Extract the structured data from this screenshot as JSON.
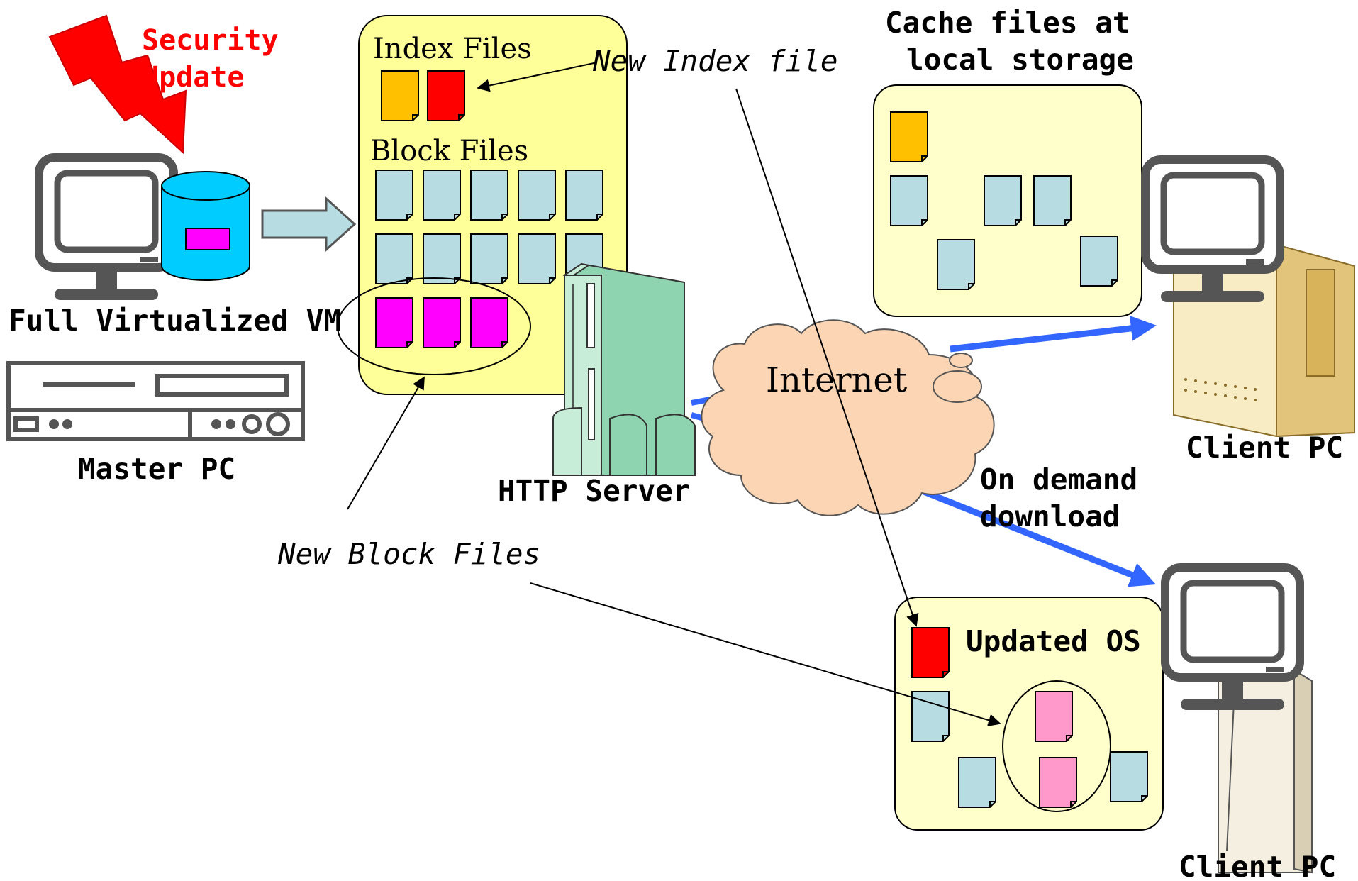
{
  "labels": {
    "security_line1": "Security",
    "security_line2": "Update",
    "full_vm": "Full Virtualized VM",
    "master_pc": "Master PC",
    "index_files": "Index Files",
    "block_files": "Block Files",
    "new_index_file": "New Index file",
    "new_block_files": "New Block Files",
    "http_server": "HTTP Server",
    "internet": "Internet",
    "cache_line1": "Cache files at",
    "cache_line2": "local storage",
    "client_pc_top": "Client PC",
    "on_demand_line1": "On demand",
    "on_demand_line2": "download",
    "updated_os": "Updated OS",
    "client_pc_bottom": "Client PC"
  },
  "colors": {
    "panel_fill": "#ffff99",
    "cache_fill": "#ffffcc",
    "file_blue": "#b7dde3",
    "file_orange": "#ffc000",
    "file_red": "#ff0000",
    "file_magenta": "#ff00ff",
    "file_pink": "#ff99cc",
    "cloud": "#fcd5b4",
    "link_blue": "#3366ff",
    "alert_red": "#ff0000",
    "server_green": "#8fd4b0",
    "disk_cyan": "#00ccff"
  }
}
